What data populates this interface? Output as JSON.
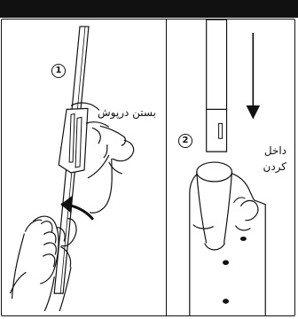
{
  "steps": {
    "first": {
      "number": "1",
      "caption": "بستن درپوش"
    },
    "second": {
      "number": "2",
      "caption_lines": [
        "داخل",
        "کردن"
      ]
    }
  }
}
